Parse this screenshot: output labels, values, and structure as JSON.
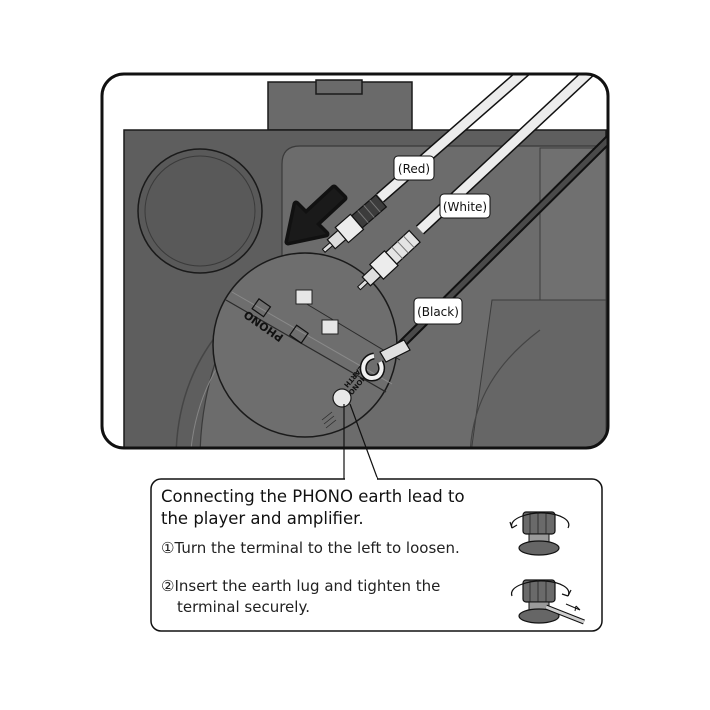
{
  "labels": {
    "red": "(Red)",
    "white": "(White)",
    "black": "(Black)"
  },
  "panel": {
    "title_line1": "Connecting the PHONO earth lead to",
    "title_line2": "the player and amplifier.",
    "step1": "①Turn the terminal to the left to loosen.",
    "step2_line1": "②Insert the earth lug and tighten the",
    "step2_line2": "terminal securely."
  },
  "device": {
    "port_marking": "PHONO",
    "earth_marking_1": "PHONO",
    "earth_marking_2": "EARTH"
  },
  "colors": {
    "device_dark": "#5a5a5a",
    "device_mid": "#747474",
    "cable_light": "#ececec",
    "outline": "#111111"
  }
}
